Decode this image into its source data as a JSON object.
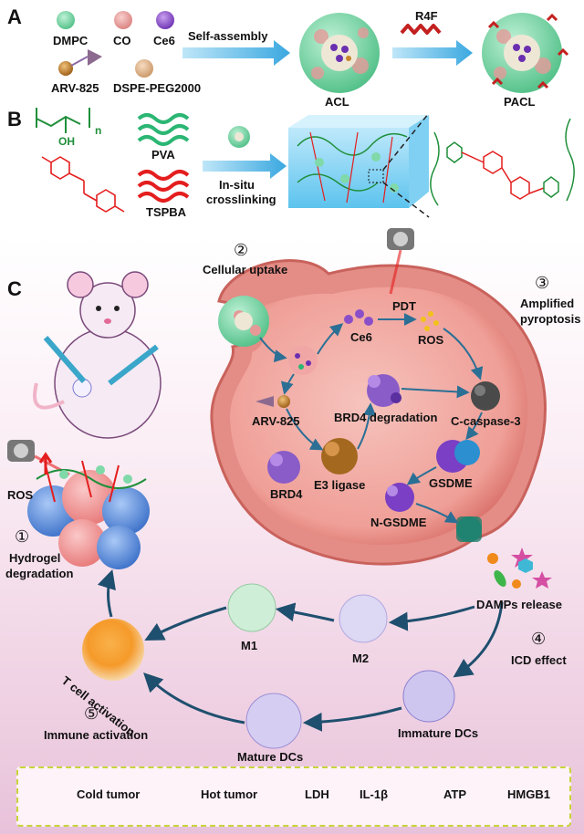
{
  "panels": {
    "a": "A",
    "b": "B",
    "c": "C"
  },
  "panel_a": {
    "dmpc": "DMPC",
    "co": "CO",
    "ce6": "Ce6",
    "arv825": "ARV-825",
    "dspe_peg2000": "DSPE-PEG2000",
    "self_assembly": "Self-assembly",
    "r4f": "R4F",
    "acl": "ACL",
    "pacl": "PACL"
  },
  "panel_b": {
    "oh": "OH",
    "n": "n",
    "pva": "PVA",
    "tspba": "TSPBA",
    "in_situ": "In-situ",
    "crosslinking": "crosslinking"
  },
  "panel_c": {
    "step2_num": "②",
    "cellular_uptake": "Cellular uptake",
    "step3_num": "③",
    "amplified": "Amplified",
    "pyroptosis": "pyroptosis",
    "pdt": "PDT",
    "ce6": "Ce6",
    "ros": "ROS",
    "arv825": "ARV-825",
    "brd4_degradation": "BRD4 degradation",
    "c_caspase3": "C-caspase-3",
    "brd4": "BRD4",
    "e3_ligase": "E3 ligase",
    "gsdme": "GSDME",
    "n_gsdme": "N-GSDME",
    "ros_left": "ROS",
    "step1_num": "①",
    "hydrogel": "Hydrogel",
    "degradation": "degradation",
    "damps_release": "DAMPs release",
    "step4_num": "④",
    "icd_effect": "ICD effect",
    "m1": "M1",
    "m2": "M2",
    "t_cell_activation": "T cell activation",
    "immature_dcs": "Immature DCs",
    "mature_dcs": "Mature DCs",
    "step5_num": "⑤",
    "immune_activation": "Immune activation"
  },
  "legend": {
    "cold_tumor": "Cold tumor",
    "hot_tumor": "Hot tumor",
    "ldh": "LDH",
    "il1b": "IL-1β",
    "atp": "ATP",
    "hmgb1": "HMGB1"
  },
  "colors": {
    "dmpc": "#7fd9a8",
    "co": "#e79a98",
    "ce6": "#8a4fc8",
    "arv825": "#c7862a",
    "peg": "#e6b88a",
    "arrow": "#5cb8e6",
    "pathway_arrow": "#2b6f95",
    "cell": "#e9968f",
    "cell_inner": "#f3b0a8",
    "red_chem": "#e41e1e",
    "green_chem": "#1f8f3a",
    "cold": "#4f86d9",
    "hot": "#f08c8c",
    "ldh": "#f08a1a",
    "il1b": "#3db54a",
    "atp": "#d44fa2",
    "hmgb1": "#3fb8d6",
    "legend_border": "#c9d33a"
  }
}
